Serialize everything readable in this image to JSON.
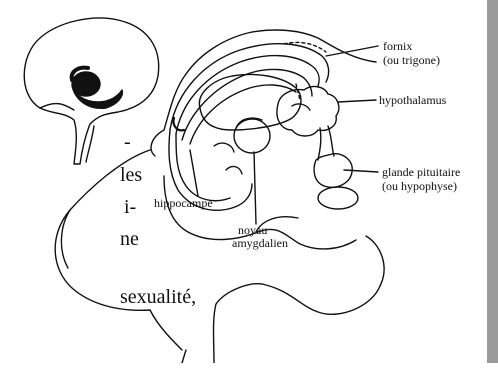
{
  "labels": {
    "fornix": "fornix",
    "fornix_sub": "(ou trigone)",
    "hypothalamus": "hypothalamus",
    "pituitary": "glande pituitaire",
    "pituitary_sub": "(ou hypophyse)",
    "hippocampus": "hippocampe",
    "amygdala_1": "noyau",
    "amygdala_2": "amygdalien"
  },
  "text_fragments": {
    "frag1": "-",
    "frag2": "les",
    "frag3": "i-",
    "frag4": "ne",
    "frag5": "sexualité,"
  },
  "colors": {
    "ink": "#111111",
    "fill": "#2a2a2a",
    "page_edge": "#9a9a9a"
  }
}
